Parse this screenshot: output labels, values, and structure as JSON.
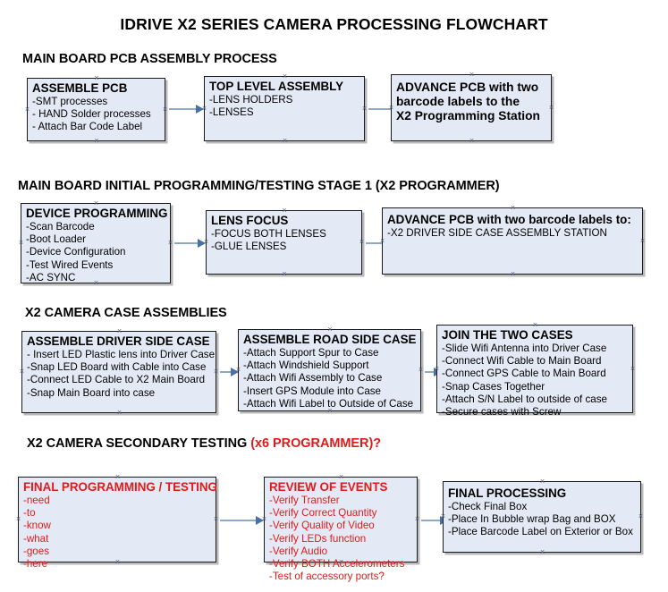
{
  "title": "IDRIVE X2  SERIES CAMERA PROCESSING FLOWCHART",
  "colors": {
    "node_fill": "#e4eaf5",
    "node_border": "#1a1a1a",
    "accent_red": "#e01b1b",
    "arrow": "#8fa8c8",
    "arrow_head": "#4a6fa5",
    "text": "#000000"
  },
  "sections": [
    {
      "header": "MAIN BOARD PCB ASSEMBLY PROCESS",
      "header_accent": "",
      "nodes": [
        {
          "head": "ASSEMBLE PCB",
          "lines": [
            "-SMT processes",
            "- HAND Solder processes",
            "- Attach Bar Code Label"
          ]
        },
        {
          "head": "TOP LEVEL ASSEMBLY",
          "lines": [
            "-LENS HOLDERS",
            "-LENSES"
          ]
        },
        {
          "head": "ADVANCE PCB with two",
          "lines": [
            "barcode labels to the",
            " X2 Programming Station"
          ]
        }
      ]
    },
    {
      "header": "MAIN BOARD INITIAL PROGRAMMING/TESTING STAGE 1 (X2 PROGRAMMER)",
      "header_accent": "",
      "nodes": [
        {
          "head": "DEVICE PROGRAMMING",
          "lines": [
            "-Scan Barcode",
            "-Boot Loader",
            "-Device Configuration",
            "-Test Wired Events",
            "-AC SYNC"
          ]
        },
        {
          "head": "LENS FOCUS",
          "lines": [
            "-FOCUS BOTH LENSES",
            "-GLUE LENSES"
          ]
        },
        {
          "head": "ADVANCE PCB with two barcode labels to:",
          "lines": [
            "-X2 DRIVER  SIDE  CASE  ASSEMBLY STATION"
          ]
        }
      ]
    },
    {
      "header": "X2 CAMERA CASE ASSEMBLIES",
      "header_accent": "",
      "nodes": [
        {
          "head": "ASSEMBLE DRIVER SIDE CASE",
          "lines": [
            "- Insert LED Plastic lens into Driver Case",
            "-Snap LED Board with Cable into Case",
            "-Connect LED Cable to X2 Main Board",
            "-Snap Main Board into case"
          ]
        },
        {
          "head": "ASSEMBLE ROAD SIDE CASE",
          "lines": [
            "-Attach Support Spur to Case",
            "-Attach Windshield Support",
            "-Attach Wifi Assembly to Case",
            "-Insert GPS Module into Case",
            "-Attach Wifi Label to Outside of Case"
          ]
        },
        {
          "head": "JOIN THE TWO CASES",
          "lines": [
            "-Slide Wifi Antenna into Driver Case",
            "-Connect Wifi Cable to Main Board",
            "-Connect GPS Cable to Main Board",
            "-Snap Cases Together",
            "-Attach S/N Label to outside of case",
            "-Secure cases with Screw"
          ]
        }
      ]
    },
    {
      "header": "X2 CAMERA SECONDARY TESTING ",
      "header_accent": "(x6 PROGRAMMER)?",
      "nodes": [
        {
          "head": "FINAL PROGRAMMING / TESTING",
          "lines": [
            "-need",
            "-to",
            "-know",
            "-what",
            "-goes",
            "-here"
          ]
        },
        {
          "head": "REVIEW OF EVENTS",
          "lines": [
            "-Verify Transfer",
            "-Verify Correct Quantity",
            "-Verify Quality of Video",
            "-Verify LEDs function",
            "-Verify Audio",
            "-Verify BOTH Accelerometers",
            "-Test of accessory ports?"
          ]
        },
        {
          "head": "FINAL PROCESSING",
          "lines": [
            " -Check Final Box",
            "-Place In Bubble wrap Bag and BOX",
            "-Place Barcode Label on Exterior or Box"
          ]
        }
      ]
    }
  ]
}
